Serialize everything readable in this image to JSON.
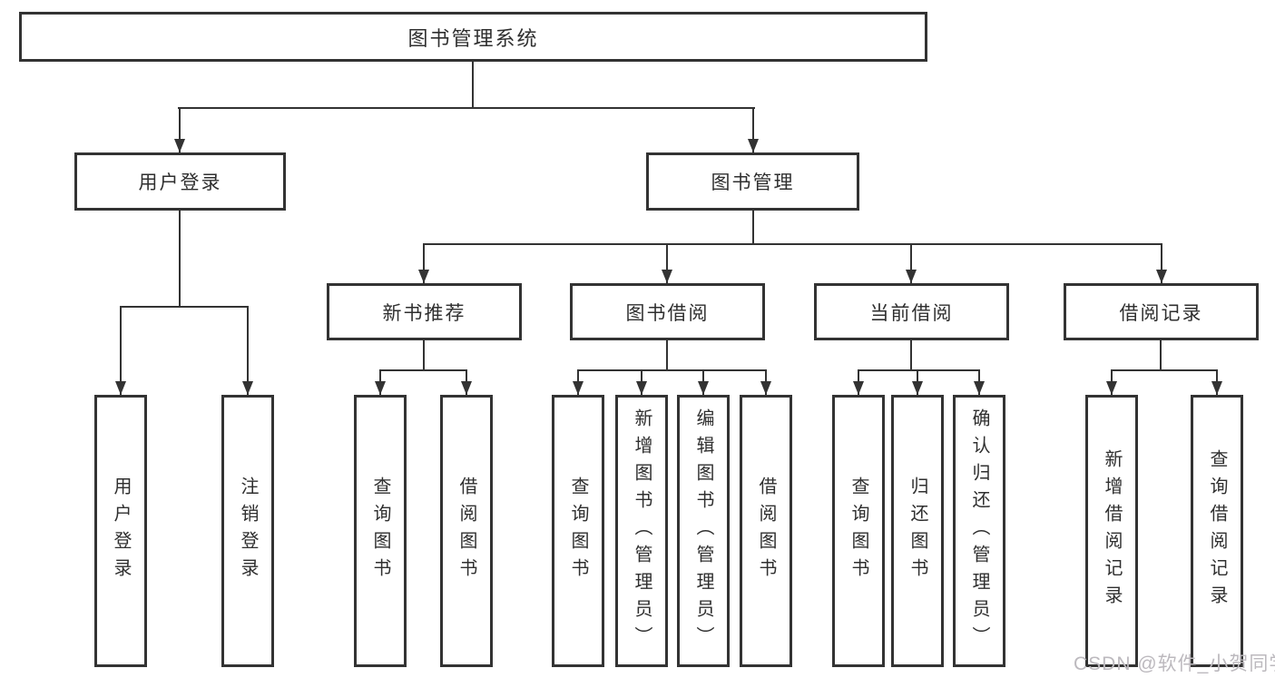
{
  "diagram": {
    "root": "图书管理系统",
    "branches": [
      {
        "label": "用户登录",
        "children": [
          {
            "label": "用户登录"
          },
          {
            "label": "注销登录"
          }
        ]
      },
      {
        "label": "图书管理",
        "children": [
          {
            "label": "新书推荐",
            "children": [
              {
                "label": "查询图书"
              },
              {
                "label": "借阅图书"
              }
            ]
          },
          {
            "label": "图书借阅",
            "children": [
              {
                "label": "查询图书"
              },
              {
                "label": "新增图书（管理员）"
              },
              {
                "label": "编辑图书（管理员）"
              },
              {
                "label": "借阅图书"
              }
            ]
          },
          {
            "label": "当前借阅",
            "children": [
              {
                "label": "查询图书"
              },
              {
                "label": "归还图书"
              },
              {
                "label": "确认归还（管理员）"
              }
            ]
          },
          {
            "label": "借阅记录",
            "children": [
              {
                "label": "新增借阅记录"
              },
              {
                "label": "查询借阅记录"
              }
            ]
          }
        ]
      }
    ],
    "watermark": "CSDN @软件_小贺同学",
    "colors": {
      "line": "#333333",
      "text": "#2f2f2f",
      "watermark": "#bcb9be",
      "background": "#ffffff"
    }
  }
}
